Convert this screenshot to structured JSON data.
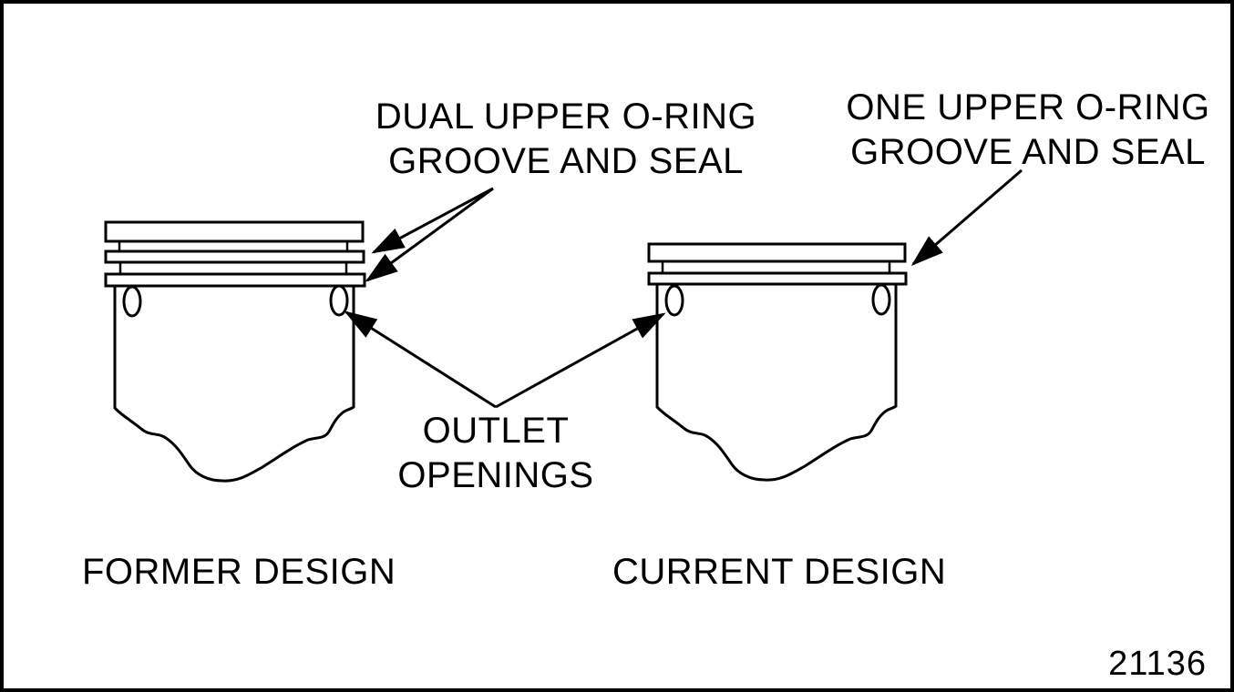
{
  "figure": {
    "number": "21136",
    "background_color": "#ffffff",
    "line_color": "#000000"
  },
  "callouts": {
    "dual_oring": {
      "line1": "DUAL UPPER O-RING",
      "line2": "GROOVE AND SEAL"
    },
    "one_oring": {
      "line1": "ONE UPPER O-RING",
      "line2": "GROOVE AND SEAL"
    },
    "outlet": {
      "line1": "OUTLET",
      "line2": "OPENINGS"
    }
  },
  "captions": {
    "former": "FORMER DESIGN",
    "current": "CURRENT DESIGN"
  },
  "drawing": {
    "left_piston": "former-design-piston-with-two-upper-oring-grooves",
    "right_piston": "current-design-piston-with-one-upper-oring-groove",
    "arrow_count": 5
  }
}
